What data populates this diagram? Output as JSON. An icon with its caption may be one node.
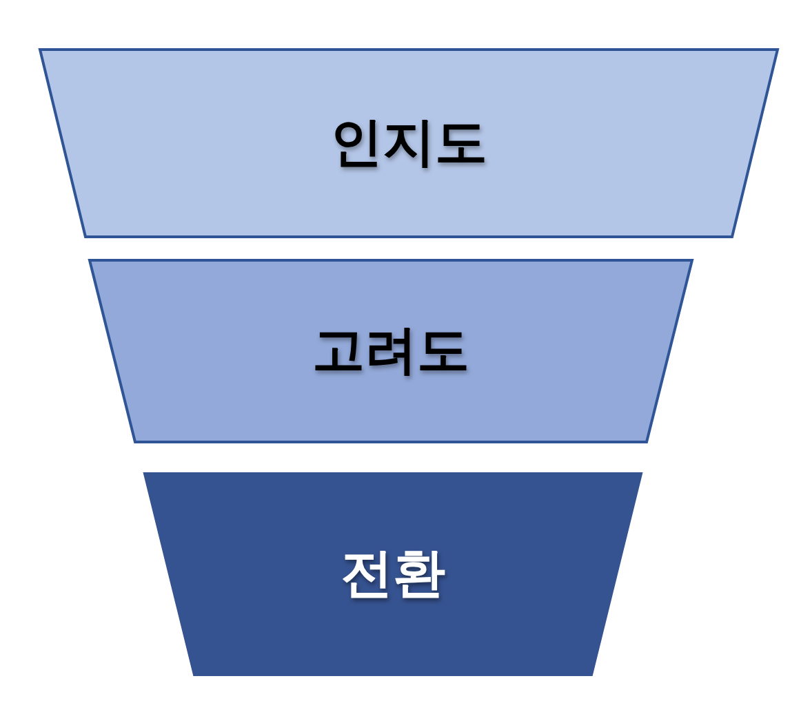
{
  "diagram": {
    "nodes": [
      {
        "text": [
          "인지도"
        ]
      },
      {
        "text": [
          "고려도"
        ]
      },
      {
        "text": [
          "전환"
        ]
      }
    ]
  }
}
